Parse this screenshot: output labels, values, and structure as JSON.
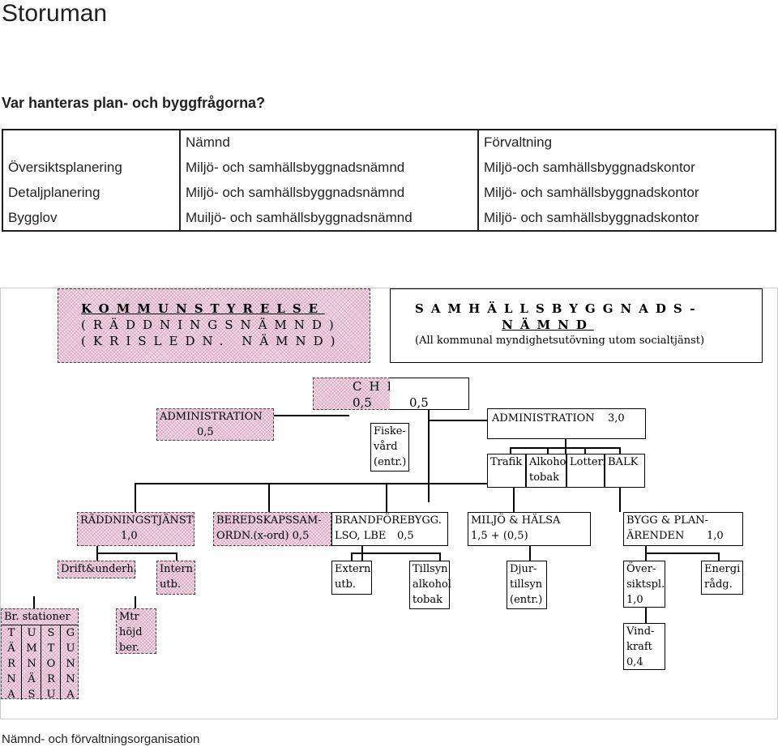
{
  "page_title": "Storuman",
  "question": "Var hanteras plan- och byggfrågorna?",
  "table": {
    "headers": [
      "",
      "Nämnd",
      "Förvaltning"
    ],
    "rows": [
      [
        "Översiktsplanering",
        "Miljö- och samhällsbyggnadsnämnd",
        "Miljö-och samhällsbyggnadskontor"
      ],
      [
        "Detaljplanering",
        "Miljö- och samhällsbyggnadsnämnd",
        "Miljö- och samhällsbyggnadskontor"
      ],
      [
        "Bygglov",
        "Muiljö- och samhällsbyggnadsnämnd",
        "Miljö- och samhällsbyggnadskontor"
      ]
    ]
  },
  "org": {
    "ks": {
      "line1": "KOMMUNSTYRELSE",
      "line2": "(RÄDDNINGSNÄMND)",
      "line3": "(KRISLEDN. NÄMND)"
    },
    "msbn": {
      "line1": "SAMHÄLLSBYGGNADS-",
      "line2": "NÄMND",
      "line3": "(All kommunal myndighetsutövning utom socialtjänst)"
    },
    "chef": {
      "label": "CHEF",
      "left_value": "0,5",
      "right_value": "0,5"
    },
    "admin_left": {
      "label": "ADMINISTRATION",
      "value": "0,5"
    },
    "fiskevard": {
      "line1": "Fiske-",
      "line2": "vård",
      "line3": "(entr.)"
    },
    "admin_right": {
      "label": "ADMINISTRATION",
      "value": "3,0"
    },
    "admin_subs": [
      "Trafik",
      "Alkohol tobak",
      "Lotteri",
      "BALK"
    ],
    "raddning": {
      "line1": "RÄDDNINGSTJÄNST",
      "line2": "1,0"
    },
    "beredskap": {
      "line1": "BEREDSKAPSSAM-",
      "line2": "ORDN.(x-ord) 0,5"
    },
    "brandforebygg": {
      "line1": "BRANDFÖREBYGG.",
      "line2": "LSO, LBE",
      "value": "0,5"
    },
    "miljo": {
      "line1": "MILJÖ & HÄLSA",
      "line2": "1,5 + (0,5)"
    },
    "bygg": {
      "line1": "BYGG & PLAN-",
      "line2": "ÄRENDEN",
      "value": "1,0"
    },
    "drift": "Drift&underh.",
    "intern": {
      "line1": "Intern",
      "line2": "utb."
    },
    "extern": {
      "line1": "Extern",
      "line2": "utb."
    },
    "tillsyn": {
      "line1": "Tillsyn",
      "line2": "alkohol",
      "line3": "tobak"
    },
    "djurtillsyn": {
      "line1": "Djur-",
      "line2": "tillsyn",
      "line3": "(entr.)"
    },
    "oversikt": {
      "line1": "Över-",
      "line2": "siktspl.",
      "line3": "1,0"
    },
    "energi": {
      "line1": "Energi",
      "line2": "rådg."
    },
    "vindkraft": {
      "line1": "Vind-",
      "line2": "kraft",
      "line3": "0,4"
    },
    "stationer": {
      "label": "Br. stationer",
      "columns": [
        "TÄRNA",
        "UMNÄS",
        "STORU",
        "GUNNA"
      ]
    },
    "mtr": {
      "line1": "Mtr",
      "line2": "höjd",
      "line3": "ber."
    }
  },
  "caption": "Nämnd- och förvaltningsorganisation"
}
